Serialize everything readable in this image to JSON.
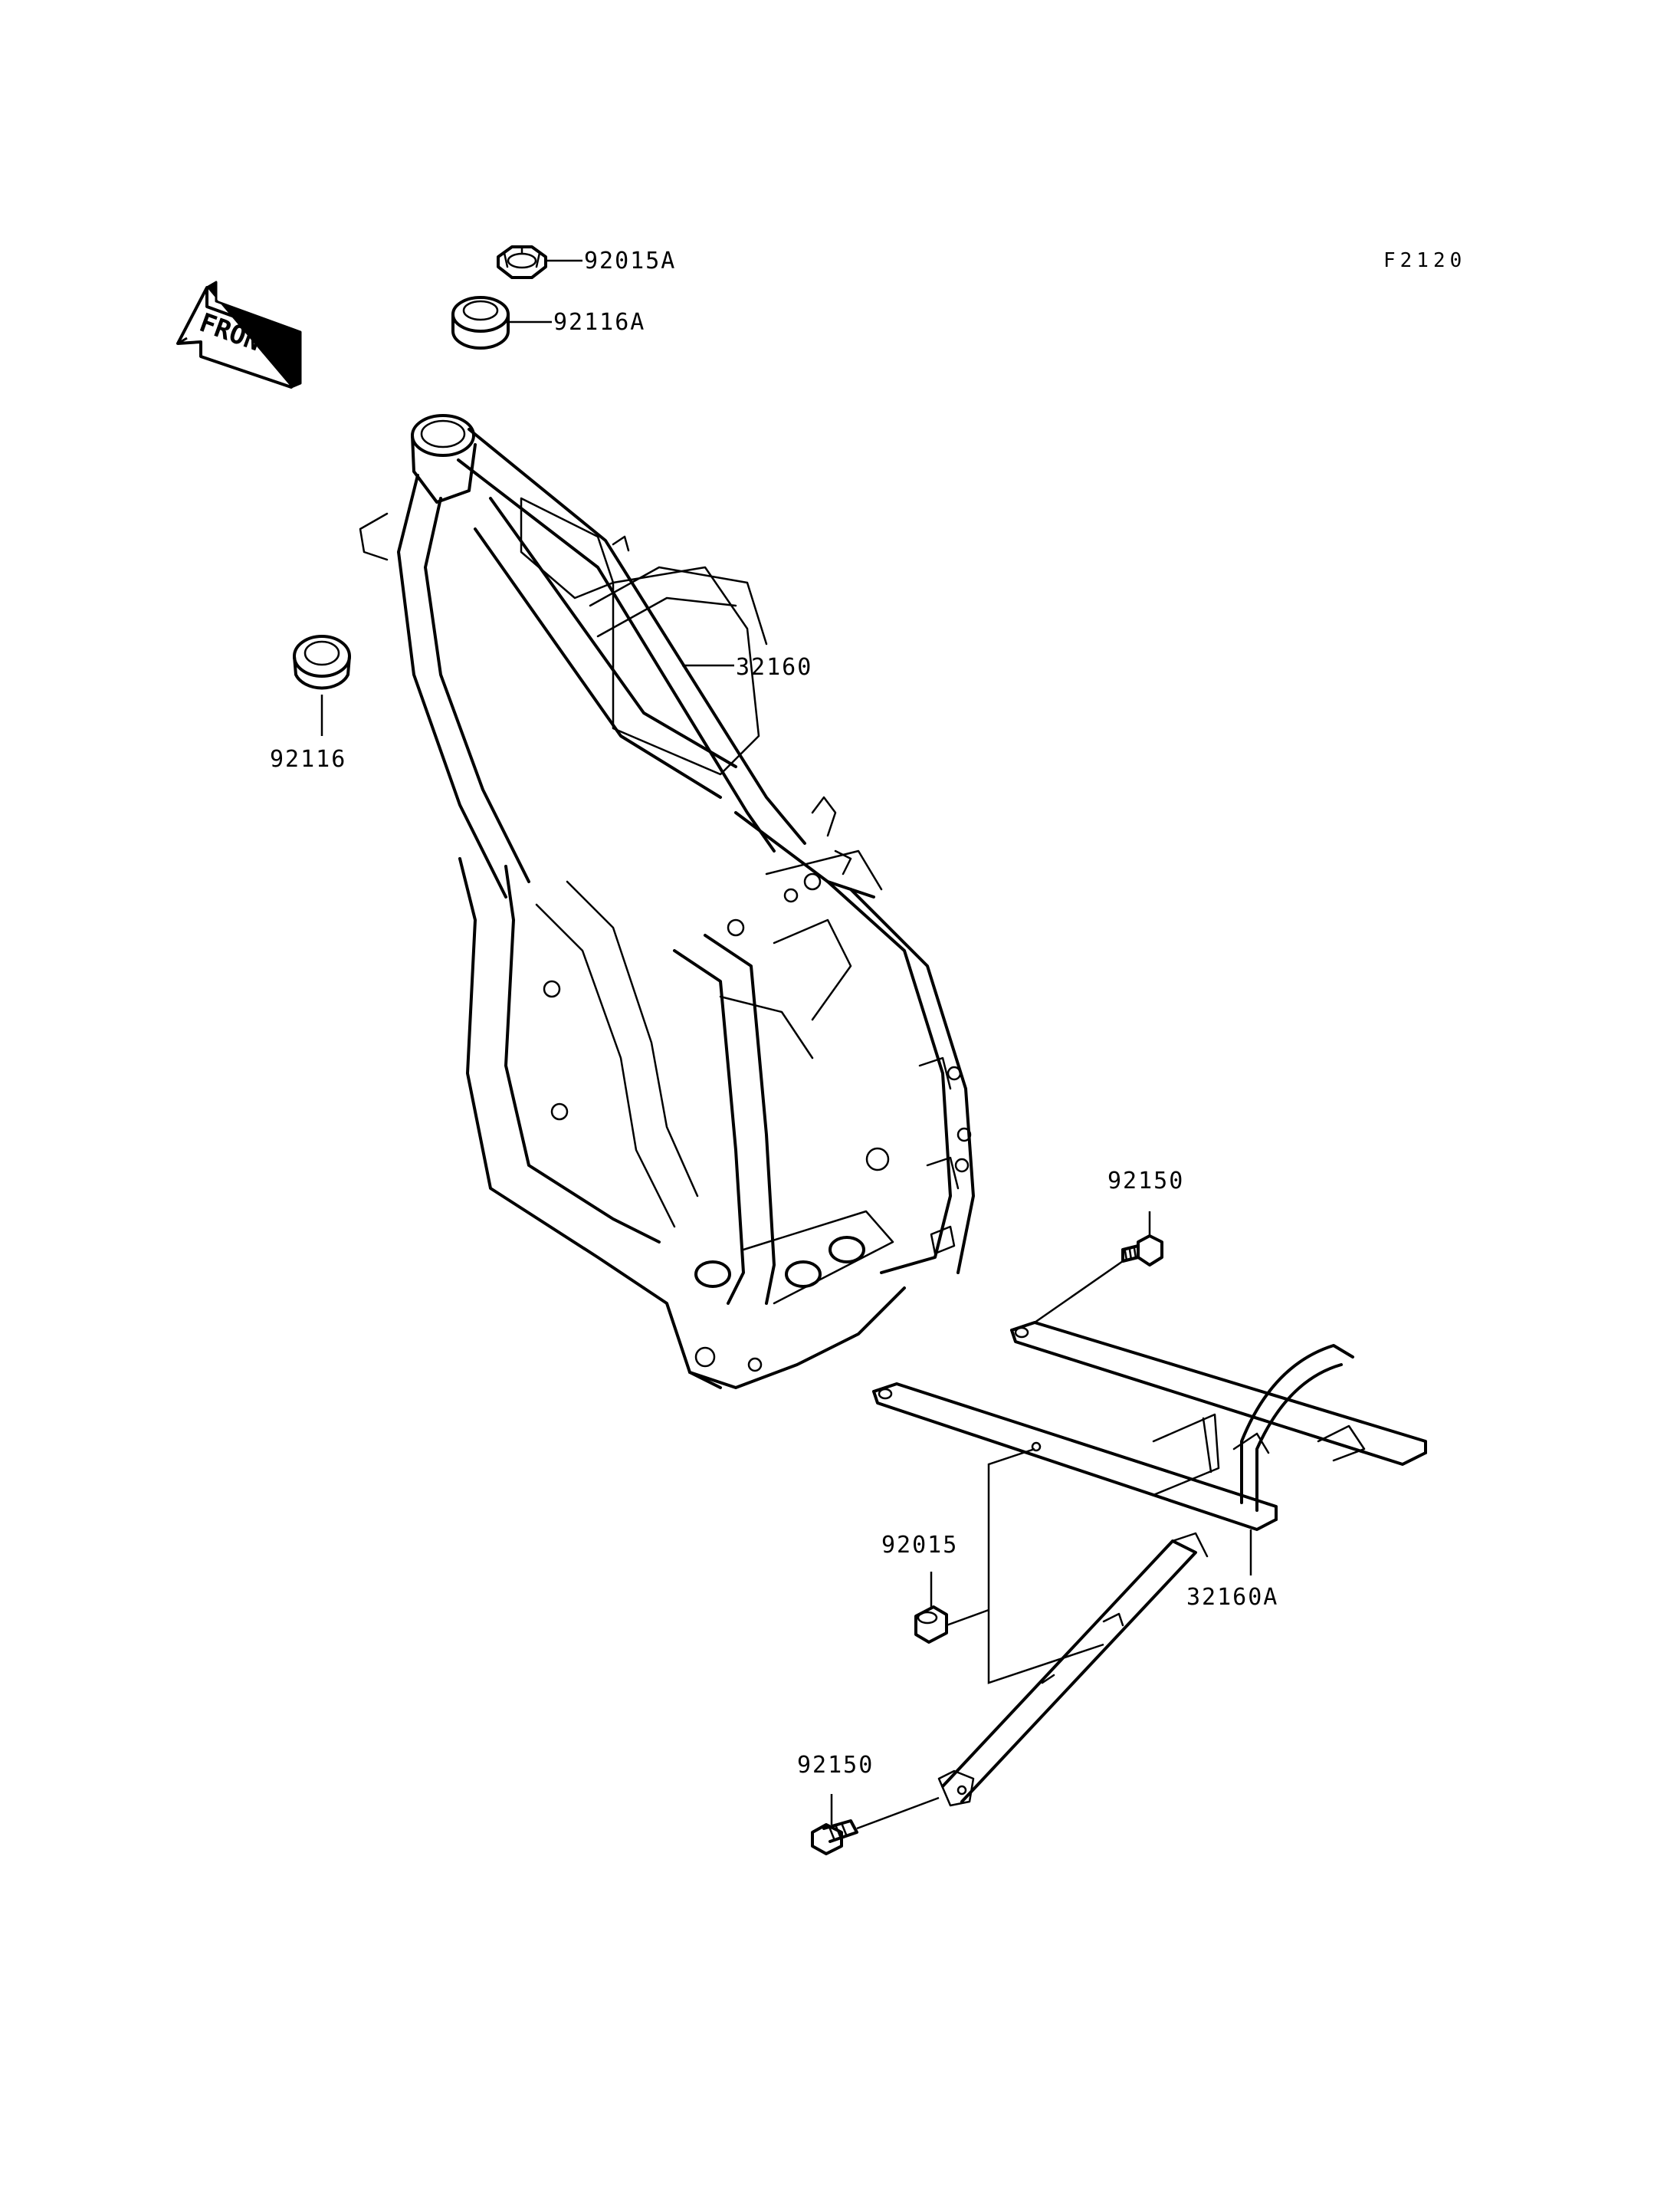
{
  "diagram": {
    "figure_code": "F2120",
    "front_indicator": "FRONT",
    "callouts": [
      {
        "id": "92015A",
        "label": "92015A"
      },
      {
        "id": "92116A",
        "label": "92116A"
      },
      {
        "id": "32160",
        "label": "32160"
      },
      {
        "id": "92116",
        "label": "92116"
      },
      {
        "id": "92150-upper",
        "label": "92150"
      },
      {
        "id": "92015",
        "label": "92015"
      },
      {
        "id": "32160A",
        "label": "32160A"
      },
      {
        "id": "92150-lower",
        "label": "92150"
      }
    ]
  }
}
